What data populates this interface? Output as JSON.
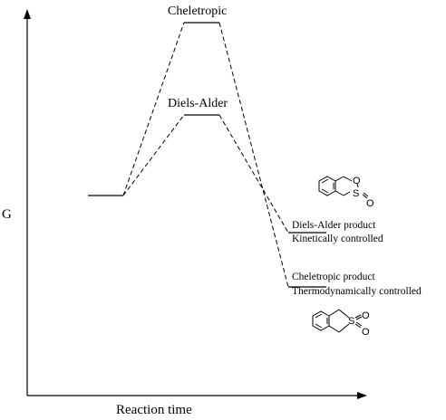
{
  "axes": {
    "y_label": "G",
    "x_label": "Reaction time"
  },
  "transition_states": {
    "cheletropic": "Cheletropic",
    "diels_alder": "Diels-Alder"
  },
  "products": {
    "diels_alder": {
      "line1": "Diels-Alder product",
      "line2": "Kinetically controlled",
      "atoms": {
        "o": "O",
        "s": "S",
        "so": "O"
      }
    },
    "cheletropic": {
      "line1": "Cheletropic product",
      "line2": "Thermodynamically controlled",
      "atoms": {
        "s": "S",
        "o1": "O",
        "o2": "O"
      }
    }
  },
  "colors": {
    "ink": "#000000",
    "background": "#ffffff"
  }
}
